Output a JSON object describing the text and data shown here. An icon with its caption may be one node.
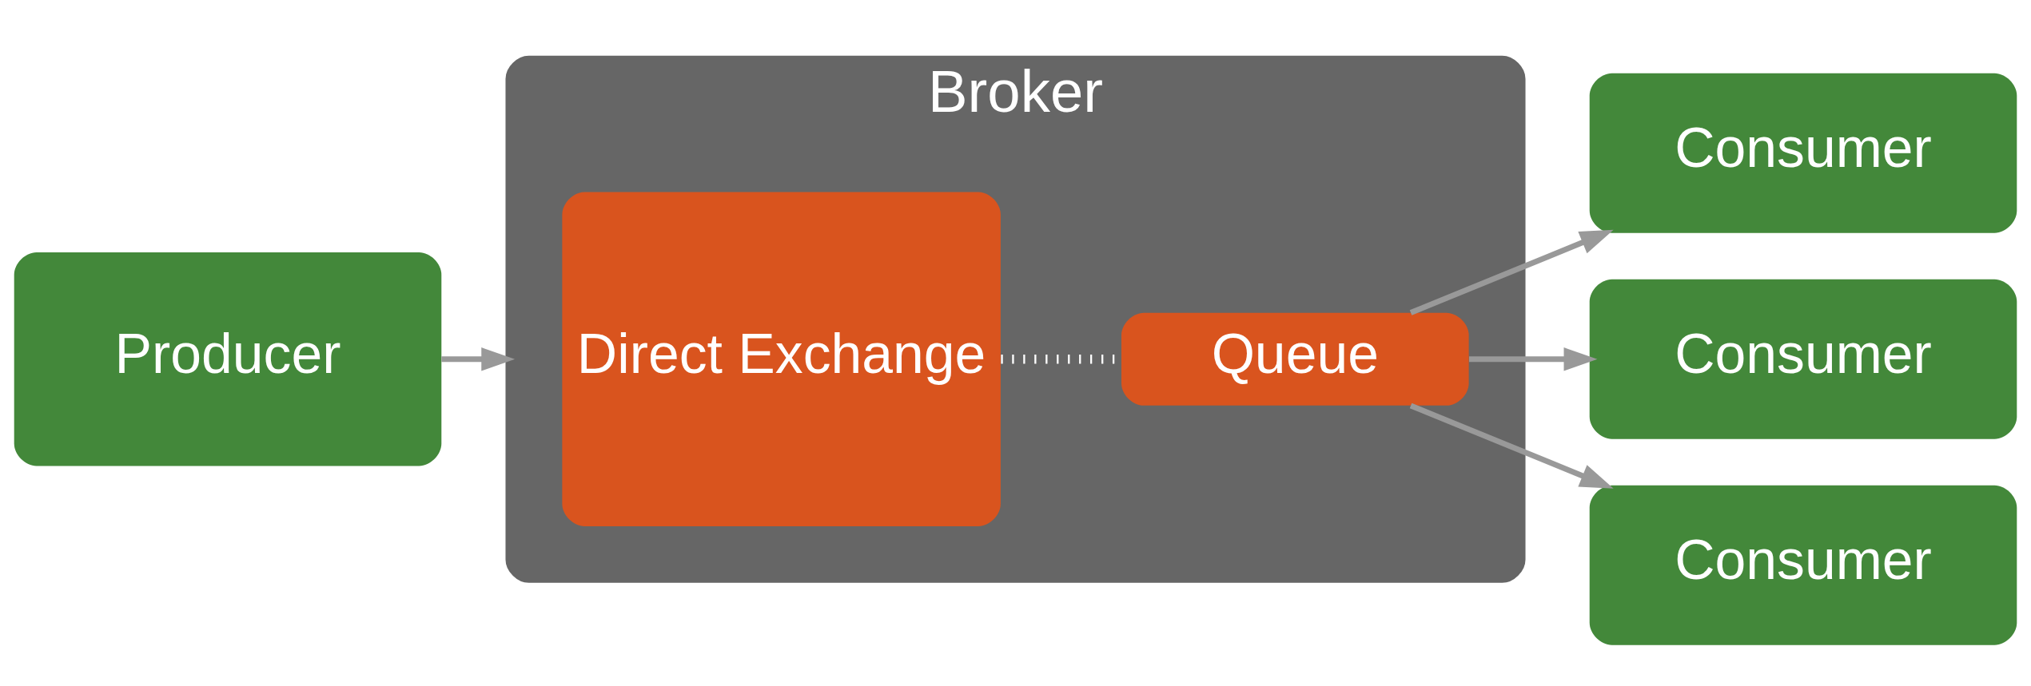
{
  "diagram": {
    "nodes": [
      {
        "text": [
          "Producer"
        ]
      },
      {
        "text": [
          "Broker"
        ]
      },
      {
        "text": [
          "Direct Exchange"
        ],
        "in": 1
      },
      {
        "text": [
          "Queue"
        ],
        "in": 1
      },
      {
        "text": [
          "Consumer"
        ]
      },
      {
        "text": [
          "Consumer"
        ]
      },
      {
        "text": [
          "Consumer"
        ]
      }
    ],
    "edges": [
      {
        "from": 0,
        "to": 1,
        "arrow": "to"
      },
      {
        "from": 2,
        "to": 3,
        "arrow": "none",
        "style": "dashed",
        "color": "#ffffff"
      },
      {
        "from": 3,
        "to": 4,
        "arrow": "to"
      },
      {
        "from": 3,
        "to": 5,
        "arrow": "to"
      },
      {
        "from": 3,
        "to": 6,
        "arrow": "to"
      }
    ]
  }
}
